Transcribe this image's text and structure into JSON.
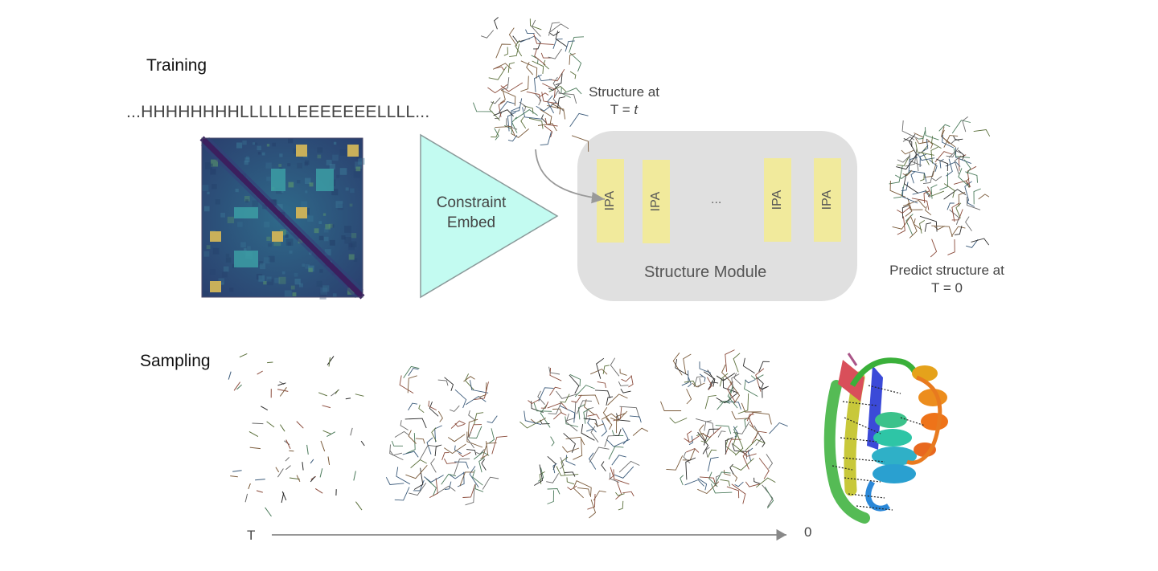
{
  "training": {
    "label": "Training",
    "sequence": "...HHHHHHHHLLLLLLEEEEEEELLLL...",
    "structure_t_label_line1": "Structure at",
    "structure_t_label_line2_prefix": "T = ",
    "structure_t_label_line2_var": "t",
    "constraint_embed": [
      "Constraint",
      "Embed"
    ],
    "ipa_blocks": [
      "IPA",
      "IPA",
      "IPA",
      "IPA"
    ],
    "ellipsis": "...",
    "structure_module": "Structure Module",
    "predict_line1": "Predict structure at",
    "predict_line2": "T = 0"
  },
  "sampling": {
    "label": "Sampling",
    "axis_start": "T",
    "axis_end": "0"
  },
  "colors": {
    "triangle_fill": "#c3fbf1",
    "ipa_fill": "#f1ea9c",
    "module_fill": "#e0e0e0",
    "heatmap_dark": "#3b1f5e",
    "heatmap_mid": "#2d5f84",
    "heatmap_block": "#c9b05a",
    "heatmap_teal": "#3c9ea4"
  }
}
